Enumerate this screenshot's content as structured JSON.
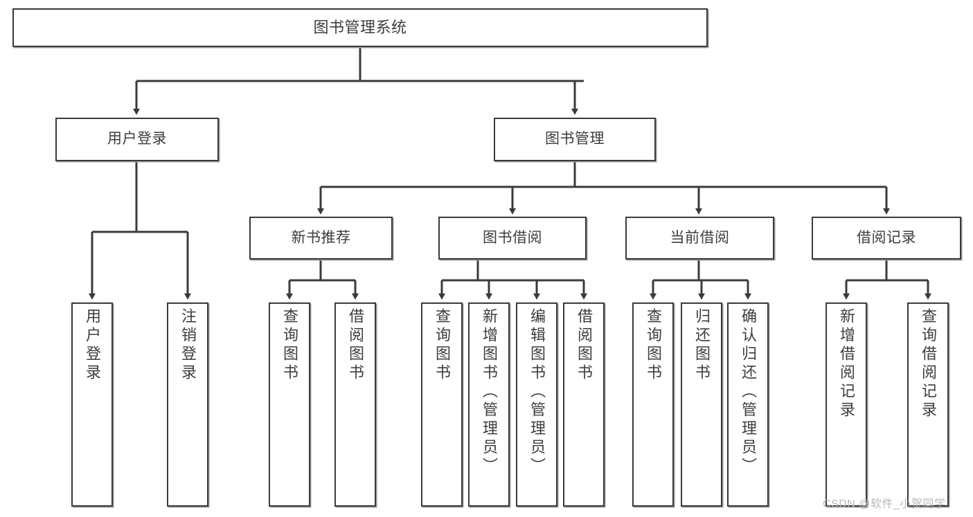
{
  "diagram": {
    "title_text": "图书管理系统",
    "type": "tree",
    "colors": {
      "box_border": "#3a3a3a",
      "box_fill": "#ffffff",
      "text": "#3d3d3d",
      "connector": "#3a3a3a",
      "shadow": "#9a9a9a",
      "watermark": "#b9b9b9"
    },
    "nodes": {
      "root": {
        "label": "图书管理系统"
      },
      "level2": [
        {
          "label": "用户登录"
        },
        {
          "label": "图书管理"
        }
      ],
      "level3": [
        {
          "label": "新书推荐"
        },
        {
          "label": "图书借阅"
        },
        {
          "label": "当前借阅"
        },
        {
          "label": "借阅记录"
        }
      ],
      "leaves": {
        "user_login": [
          {
            "label": "用户登录"
          },
          {
            "label": "注销登录"
          }
        ],
        "new_book_recommend": [
          {
            "label": "查询图书"
          },
          {
            "label": "借阅图书"
          }
        ],
        "book_borrow": [
          {
            "label": "查询图书"
          },
          {
            "label": "新增图书（管理员）"
          },
          {
            "label": "编辑图书（管理员）"
          },
          {
            "label": "借阅图书"
          }
        ],
        "current_borrow": [
          {
            "label": "查询图书"
          },
          {
            "label": "归还图书"
          },
          {
            "label": "确认归还（管理员）"
          }
        ],
        "borrow_record": [
          {
            "label": "新增借阅记录"
          },
          {
            "label": "查询借阅记录"
          }
        ]
      }
    }
  },
  "watermark": {
    "text": "CSDN @软件_小贺同学"
  }
}
